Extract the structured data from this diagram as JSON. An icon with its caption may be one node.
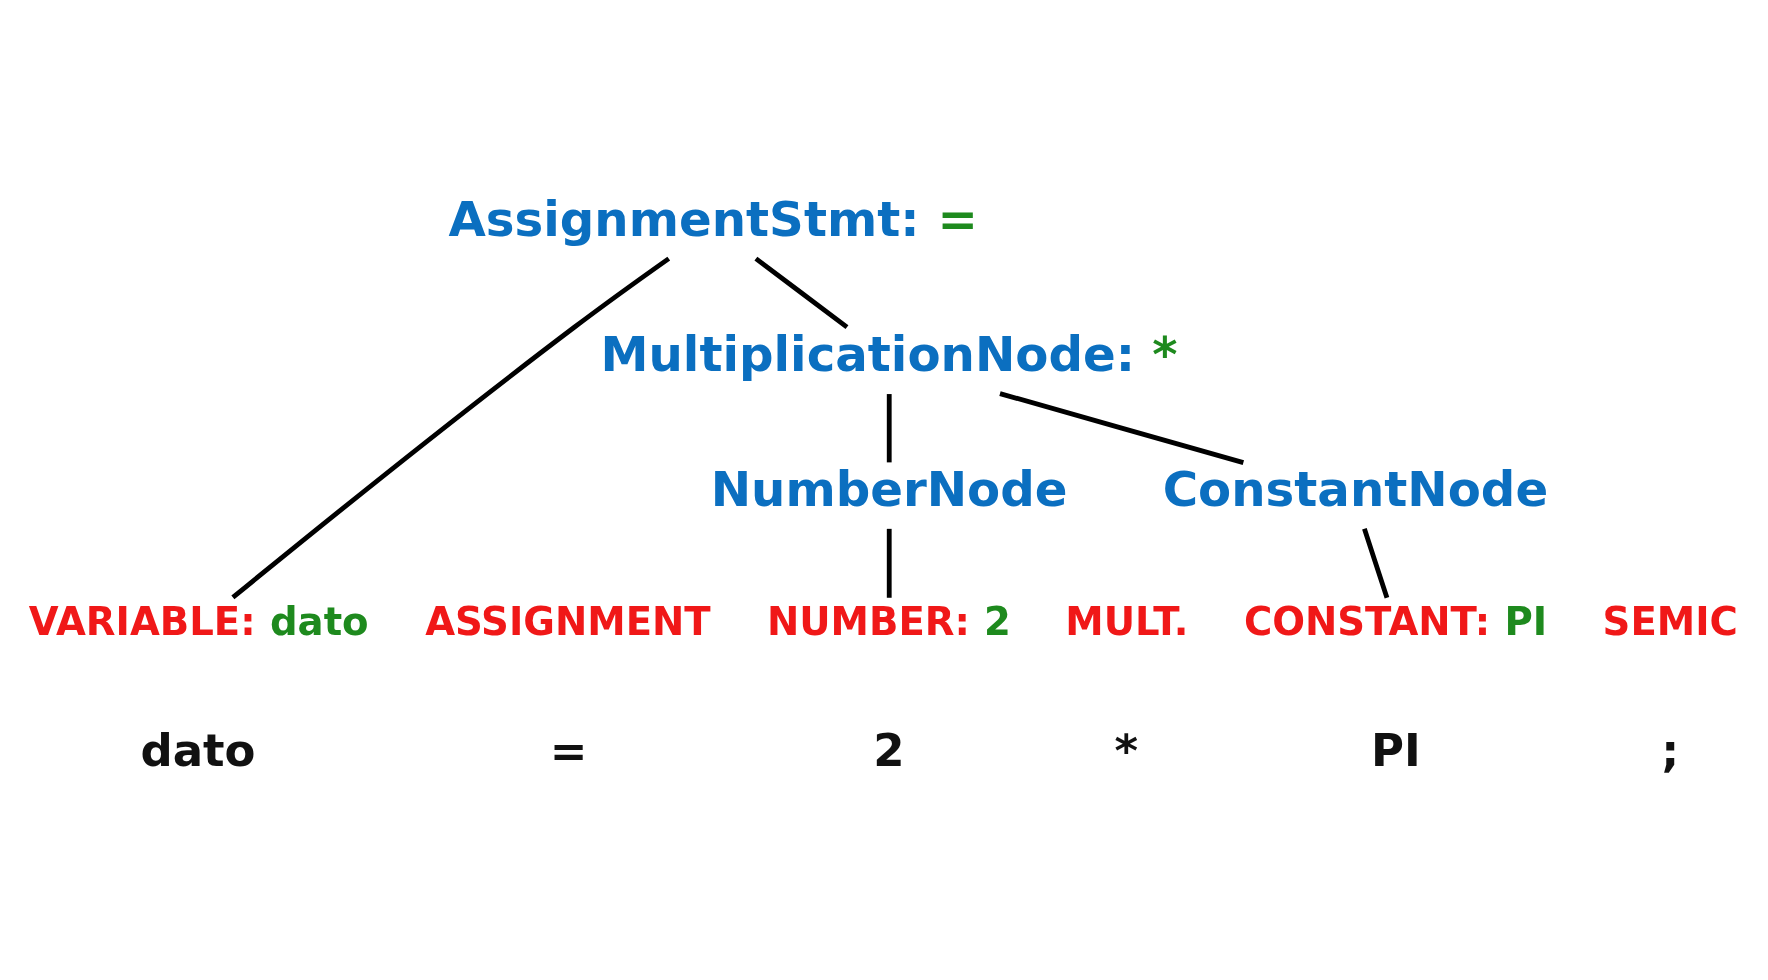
{
  "diagram": {
    "nodes": [
      {
        "text": [
          "AssignmentStmt:",
          "="
        ]
      },
      {
        "text": [
          "MultiplicationNode:",
          "*"
        ]
      },
      {
        "text": [
          "NumberNode"
        ]
      },
      {
        "text": [
          "ConstantNode"
        ]
      },
      {
        "text": [
          "VARIABLE:",
          "dato"
        ]
      },
      {
        "text": [
          "NUMBER:",
          "2"
        ]
      },
      {
        "text": [
          "CONSTANT:",
          "PI"
        ]
      }
    ],
    "edges": [
      {
        "from": 0,
        "to": 4,
        "arrow": "none"
      },
      {
        "from": 0,
        "to": 1,
        "arrow": "none"
      },
      {
        "from": 1,
        "to": 2,
        "arrow": "none"
      },
      {
        "from": 1,
        "to": 3,
        "arrow": "none"
      },
      {
        "from": 2,
        "to": 5,
        "arrow": "none"
      },
      {
        "from": 3,
        "to": 6,
        "arrow": "none"
      }
    ],
    "labels": [
      "ASSIGNMENT",
      "MULT.",
      "SEMIC",
      "dato",
      "=",
      "2",
      "*",
      "PI",
      ";"
    ]
  }
}
